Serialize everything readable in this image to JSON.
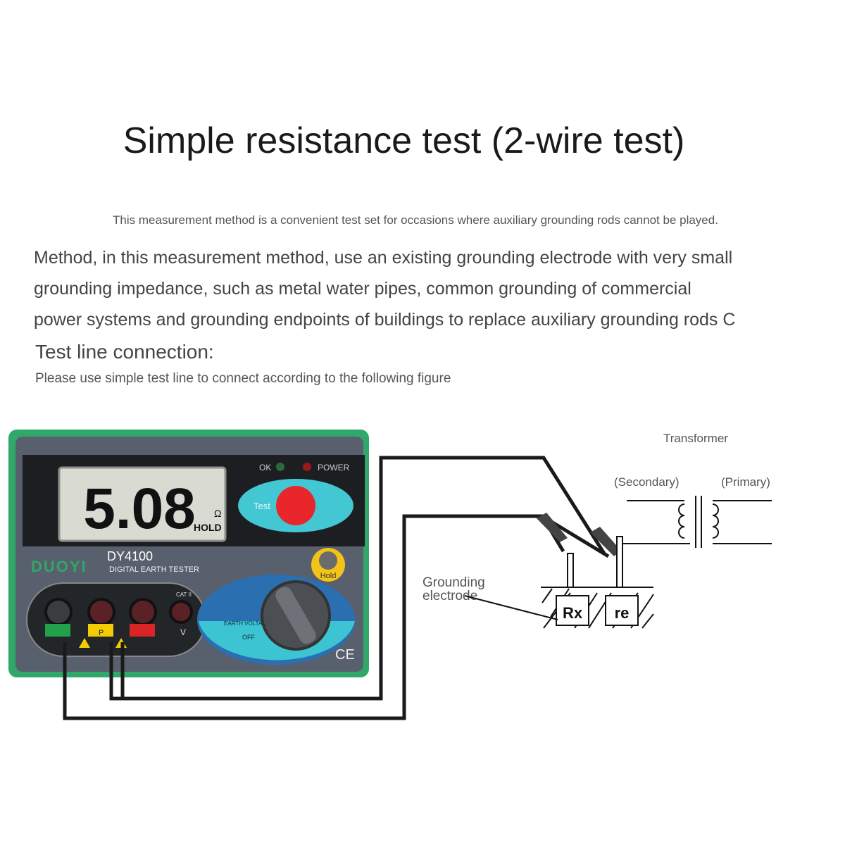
{
  "title": "Simple resistance test (2-wire test)",
  "intro": "This measurement method is a convenient test set for occasions where auxiliary grounding rods cannot be played.",
  "method_lines": [
    "Method, in this measurement method, use an existing grounding electrode with very small",
    "grounding impedance, such as metal water pipes, common grounding of commercial",
    "power systems and grounding endpoints of buildings to replace auxiliary grounding rods C"
  ],
  "connection_heading": "Test line connection:",
  "connection_note": "Please use simple test line to connect according to the following figure",
  "device": {
    "reading": "5.08",
    "unit": "Ω",
    "hold_indicator": "HOLD",
    "ok_label": "OK",
    "power_label": "POWER",
    "test_label": "Test",
    "brand": "DUOYI",
    "model": "DY4100",
    "subtitle": "DIGITAL EARTH TESTER",
    "hold_button": "Hold",
    "cat_label": "CAT II",
    "terminal_p": "P",
    "terminal_v": "V",
    "dial_earth_voltage": "EARTH VOLTAGE",
    "dial_off": "OFF",
    "ce_mark": "CE"
  },
  "schematic": {
    "transformer_label": "Transformer",
    "secondary_label": "(Secondary)",
    "primary_label": "(Primary)",
    "grounding_line1": "Grounding",
    "grounding_line2": "electrode",
    "rx_label": "Rx",
    "re_label": "re"
  },
  "colors": {
    "case_green": "#2fa86a",
    "panel": "#545d6b",
    "lcd": "#d9dbd3",
    "test_button": "#e8262c",
    "wire": "#1a1a1a",
    "dial_blue": "#2a6fb0",
    "dial_cyan": "#3dc4d2"
  }
}
